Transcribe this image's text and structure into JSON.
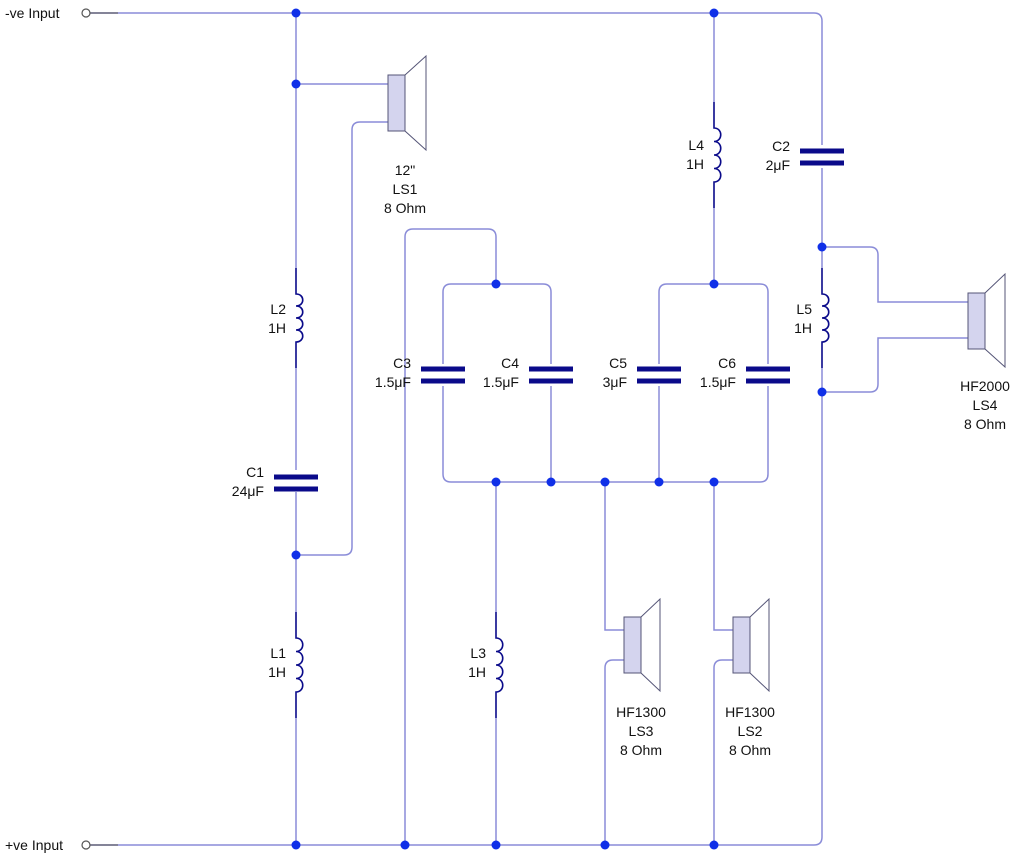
{
  "inputs": {
    "negative": "-ve Input",
    "positive": "+ve Input"
  },
  "components": {
    "L1": {
      "ref": "L1",
      "value": "1H"
    },
    "L2": {
      "ref": "L2",
      "value": "1H"
    },
    "L3": {
      "ref": "L3",
      "value": "1H"
    },
    "L4": {
      "ref": "L4",
      "value": "1H"
    },
    "L5": {
      "ref": "L5",
      "value": "1H"
    },
    "C1": {
      "ref": "C1",
      "value": "24μF"
    },
    "C2": {
      "ref": "C2",
      "value": "2μF"
    },
    "C3": {
      "ref": "C3",
      "value": "1.5μF"
    },
    "C4": {
      "ref": "C4",
      "value": "1.5μF"
    },
    "C5": {
      "ref": "C5",
      "value": "3μF"
    },
    "C6": {
      "ref": "C6",
      "value": "1.5μF"
    }
  },
  "speakers": {
    "LS1": {
      "model": "12\"",
      "ref": "LS1",
      "impedance": "8 Ohm"
    },
    "LS2": {
      "model": "HF1300",
      "ref": "LS2",
      "impedance": "8 Ohm"
    },
    "LS3": {
      "model": "HF1300",
      "ref": "LS3",
      "impedance": "8 Ohm"
    },
    "LS4": {
      "model": "HF2000",
      "ref": "LS4",
      "impedance": "8 Ohm"
    }
  },
  "colors": {
    "wire": "#8a8cd8",
    "component": "#0a0a8a",
    "node": "#1030e8",
    "speaker_body": "#d4d4ee"
  }
}
